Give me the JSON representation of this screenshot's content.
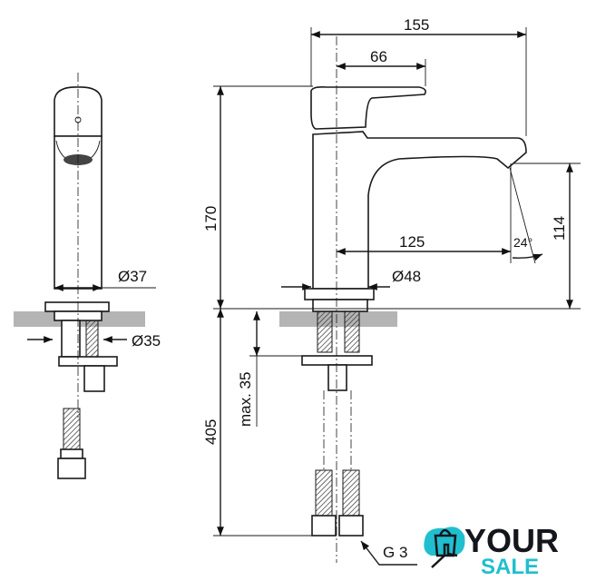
{
  "drawing": {
    "dimensions": {
      "overall_reach": "155",
      "handle_offset": "66",
      "height": "170",
      "spout_height": "114",
      "spout_reach": "125",
      "spout_angle": "24°",
      "base_diameter_side": "Ø37",
      "base_diameter_front": "Ø48",
      "shank_diameter": "Ø35",
      "max_counter_thickness": "max. 35",
      "hose_length": "405",
      "thread": "G 3"
    }
  },
  "logo": {
    "line1": "YOUR",
    "line2": "SALE",
    "colors": {
      "dark": "#15161c",
      "teal": "#1fbfcf"
    }
  }
}
